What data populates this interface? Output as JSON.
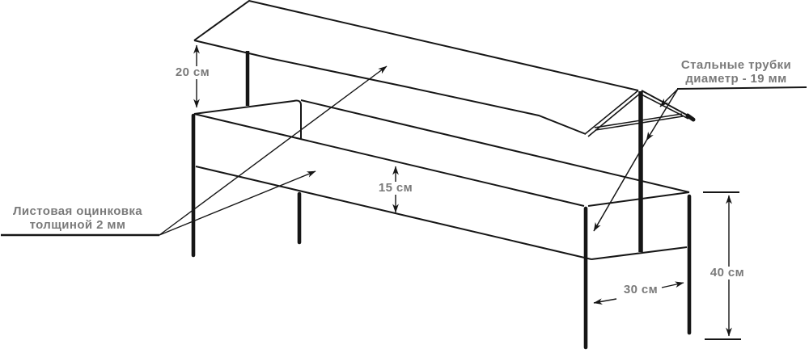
{
  "figure": {
    "kind": "hand-drawn construction sketch",
    "background": "#ffffff",
    "line_color": "#161616",
    "label_color": "#7a7a7a"
  },
  "dimensions": {
    "shelf_gap": "20 см",
    "tray_wall_height": "15 см",
    "leg_spacing": "30 см",
    "leg_height": "40 см"
  },
  "notes": {
    "sheet_line1": "Листовая оцинковка",
    "sheet_line2": "толщиной 2 мм",
    "tubes_line1": "Стальные трубки",
    "tubes_line2": "диаметр - 19 мм"
  }
}
